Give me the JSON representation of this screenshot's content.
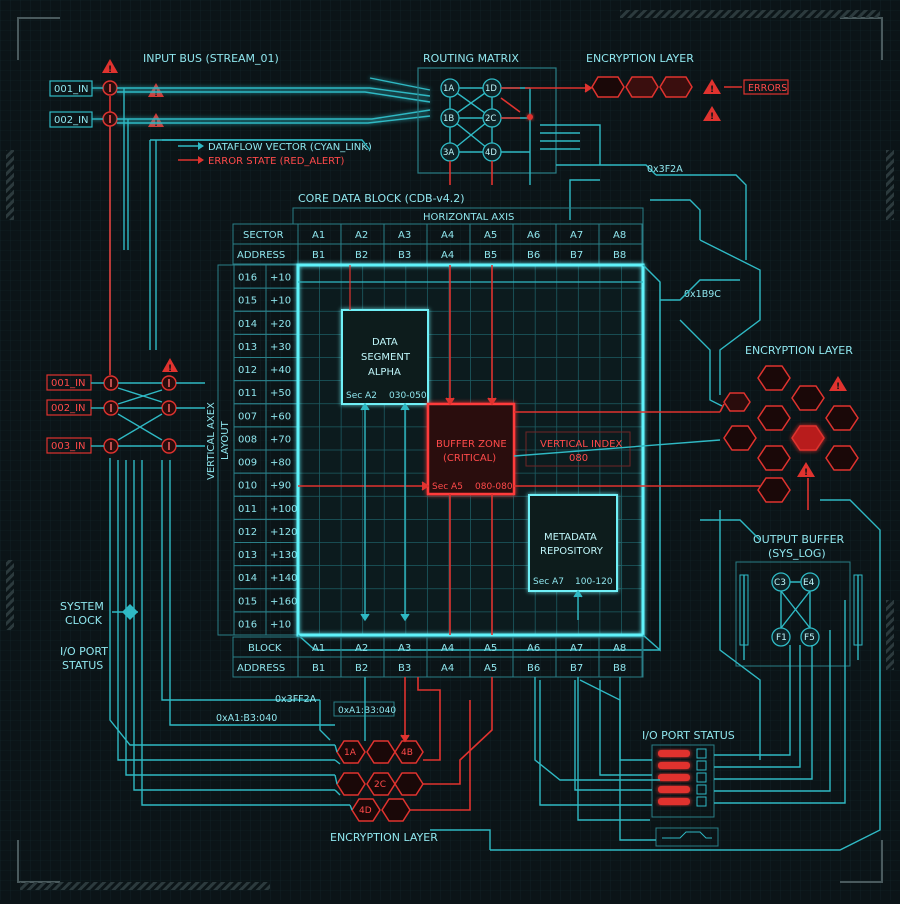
{
  "colors": {
    "cyan": "#2fb9c4",
    "cyan_bright": "#6ff0f7",
    "red": "#e0332f",
    "bg": "#0b1417"
  },
  "titles": {
    "input_bus": "INPUT BUS (STREAM_01)",
    "routing_matrix": "ROUTING MATRIX",
    "encryption_top": "ENCRYPTION LAYER",
    "encryption_right": "ENCRYPTION LAYER",
    "encryption_bottom": "ENCRYPTION LAYER",
    "errors": "ERRORS",
    "core_block": "CORE DATA BLOCK (CDB-v4.2)",
    "horizontal_axis": "HORIZONTAL AXIS",
    "vertical_axis": "VERTICAL AXEX",
    "layout": "LAYOUT",
    "output_buffer_1": "OUTPUT BUFFER",
    "output_buffer_2": "(SYS_LOG)",
    "io_port_status_right": "I/O PORT STATUS",
    "system_clock_1": "SYSTEM",
    "system_clock_2": "CLOCK",
    "io_port_left_1": "I/O PORT",
    "io_port_left_2": "STATUS"
  },
  "legend": {
    "cyan": "DATAFLOW VECTOR (CYAN_LINK)",
    "red": "ERROR STATE (RED_ALERT)"
  },
  "inputs_top": [
    "001_IN",
    "002_IN"
  ],
  "inputs_left": [
    "001_IN",
    "002_IN",
    "003_IN"
  ],
  "routing_nodes": [
    "1A",
    "1D",
    "1B",
    "2C",
    "3A",
    "4D"
  ],
  "addresses": {
    "a1": "0x3F2A",
    "a2": "0x1B9C",
    "a3": "0x3FF2A",
    "a4": "0xA1:B3:040",
    "a5": "0xA1:B3:040"
  },
  "grid_header": {
    "sector_label": "SECTOR",
    "address_label": "ADDRESS",
    "sectors": [
      "A1",
      "A2",
      "A3",
      "A4",
      "A5",
      "A6",
      "A7",
      "A8"
    ],
    "addresses": [
      "B1",
      "B2",
      "B3",
      "A4",
      "B5",
      "B6",
      "B7",
      "B8"
    ]
  },
  "grid_footer": {
    "block_label": "BLOCK",
    "address_label": "ADDRESS",
    "blocks": [
      "A1",
      "A2",
      "A3",
      "A4",
      "A5",
      "A6",
      "A7",
      "A8"
    ],
    "addresses": [
      "B1",
      "B2",
      "B3",
      "A4",
      "A5",
      "B6",
      "B7",
      "B8"
    ]
  },
  "rows": [
    {
      "id": "016",
      "off": "+10"
    },
    {
      "id": "015",
      "off": "+10"
    },
    {
      "id": "014",
      "off": "+20"
    },
    {
      "id": "013",
      "off": "+30"
    },
    {
      "id": "012",
      "off": "+40"
    },
    {
      "id": "011",
      "off": "+50"
    },
    {
      "id": "007",
      "off": "+60"
    },
    {
      "id": "008",
      "off": "+70"
    },
    {
      "id": "009",
      "off": "+80"
    },
    {
      "id": "010",
      "off": "+90"
    },
    {
      "id": "011",
      "off": "+100"
    },
    {
      "id": "012",
      "off": "+120"
    },
    {
      "id": "013",
      "off": "+130"
    },
    {
      "id": "014",
      "off": "+140"
    },
    {
      "id": "015",
      "off": "+160"
    },
    {
      "id": "016",
      "off": "+10"
    }
  ],
  "segment_alpha": {
    "l1": "DATA",
    "l2": "SEGMENT",
    "l3": "ALPHA",
    "sec": "Sec A2",
    "range": "030-050"
  },
  "buffer_zone": {
    "l1": "BUFFER ZONE",
    "l2": "(CRITICAL)",
    "sec": "Sec A5",
    "range": "080-080"
  },
  "vertical_index": {
    "l1": "VERTICAL INDEX",
    "l2": "080"
  },
  "metadata": {
    "l1": "METADATA",
    "l2": "REPOSITORY",
    "sec": "Sec A7",
    "range": "100-120"
  },
  "output_nodes": [
    "C3",
    "E4",
    "F1",
    "F5"
  ],
  "bottom_hex": [
    "1A",
    "4B",
    "2C",
    "4D"
  ],
  "io_status_leds": [
    "red",
    "red",
    "red",
    "red",
    "red"
  ]
}
